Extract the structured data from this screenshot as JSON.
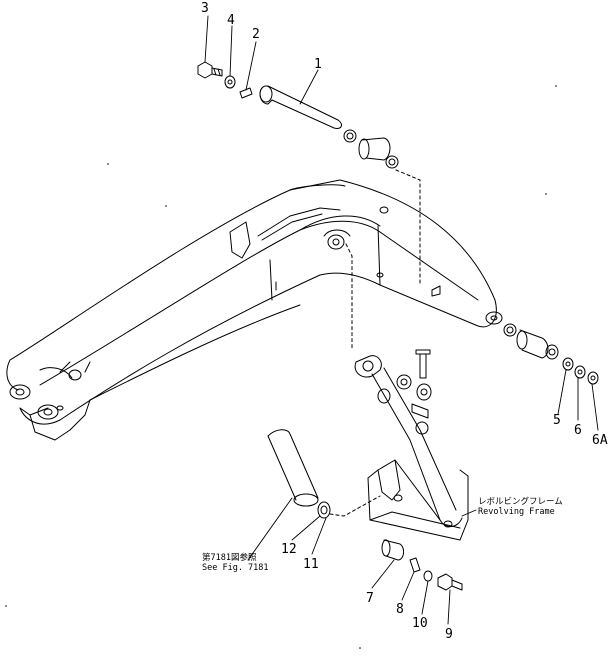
{
  "parts": [
    {
      "id": "p1",
      "label": "1"
    },
    {
      "id": "p2",
      "label": "2"
    },
    {
      "id": "p3",
      "label": "3"
    },
    {
      "id": "p4",
      "label": "4"
    },
    {
      "id": "p5",
      "label": "5"
    },
    {
      "id": "p6",
      "label": "6"
    },
    {
      "id": "p6a",
      "label": "6A"
    },
    {
      "id": "p7",
      "label": "7"
    },
    {
      "id": "p8",
      "label": "8"
    },
    {
      "id": "p9",
      "label": "9"
    },
    {
      "id": "p10",
      "label": "10"
    },
    {
      "id": "p11",
      "label": "11"
    },
    {
      "id": "p12",
      "label": "12"
    }
  ],
  "notes": {
    "revolving_frame_jp": "レボルビングフレーム",
    "revolving_frame_en": "Revolving Frame",
    "see_fig_jp": "第7181図参照",
    "see_fig_en": "See Fig. 7181"
  },
  "colors": {
    "ink": "#000000",
    "paper": "#ffffff"
  }
}
